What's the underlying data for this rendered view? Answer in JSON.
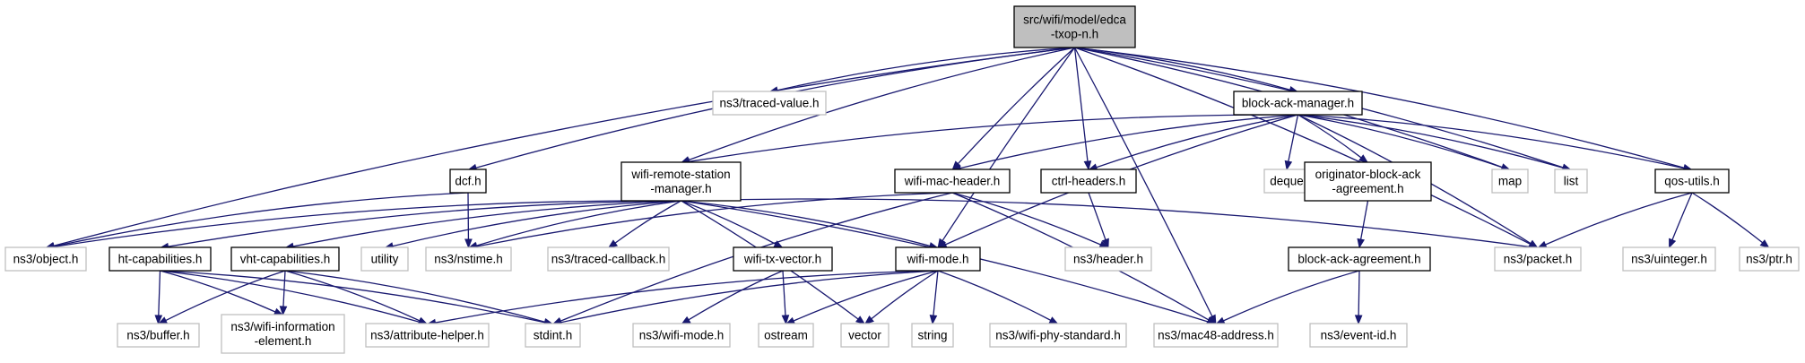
{
  "colors": {
    "edge": "#191970",
    "main_fill": "#bfbfbf",
    "documented_border": "#000000",
    "external_border": "#bfbfbf",
    "background": "#ffffff"
  },
  "nodes": [
    {
      "id": "edca",
      "lines": [
        "src/wifi/model/edca",
        "-txop-n.h"
      ],
      "kind": "main"
    },
    {
      "id": "traced-value",
      "lines": [
        "ns3/traced-value.h"
      ],
      "kind": "ext"
    },
    {
      "id": "block-ack-manager",
      "lines": [
        "block-ack-manager.h"
      ],
      "kind": "doc"
    },
    {
      "id": "dcf",
      "lines": [
        "dcf.h"
      ],
      "kind": "doc"
    },
    {
      "id": "wifi-remote-station-manager",
      "lines": [
        "wifi-remote-station",
        "-manager.h"
      ],
      "kind": "doc"
    },
    {
      "id": "wifi-mac-header",
      "lines": [
        "wifi-mac-header.h"
      ],
      "kind": "doc"
    },
    {
      "id": "ctrl-headers",
      "lines": [
        "ctrl-headers.h"
      ],
      "kind": "doc"
    },
    {
      "id": "deque",
      "lines": [
        "deque"
      ],
      "kind": "ext"
    },
    {
      "id": "originator-block-ack",
      "lines": [
        "originator-block-ack",
        "-agreement.h"
      ],
      "kind": "doc"
    },
    {
      "id": "map",
      "lines": [
        "map"
      ],
      "kind": "ext"
    },
    {
      "id": "list",
      "lines": [
        "list"
      ],
      "kind": "ext"
    },
    {
      "id": "qos-utils",
      "lines": [
        "qos-utils.h"
      ],
      "kind": "doc"
    },
    {
      "id": "object",
      "lines": [
        "ns3/object.h"
      ],
      "kind": "ext"
    },
    {
      "id": "ht-capabilities",
      "lines": [
        "ht-capabilities.h"
      ],
      "kind": "doc"
    },
    {
      "id": "vht-capabilities",
      "lines": [
        "vht-capabilities.h"
      ],
      "kind": "doc"
    },
    {
      "id": "utility",
      "lines": [
        "utility"
      ],
      "kind": "ext"
    },
    {
      "id": "nstime",
      "lines": [
        "ns3/nstime.h"
      ],
      "kind": "ext"
    },
    {
      "id": "traced-callback",
      "lines": [
        "ns3/traced-callback.h"
      ],
      "kind": "ext"
    },
    {
      "id": "wifi-tx-vector",
      "lines": [
        "wifi-tx-vector.h"
      ],
      "kind": "doc"
    },
    {
      "id": "wifi-mode",
      "lines": [
        "wifi-mode.h"
      ],
      "kind": "doc"
    },
    {
      "id": "header",
      "lines": [
        "ns3/header.h"
      ],
      "kind": "ext"
    },
    {
      "id": "block-ack-agreement",
      "lines": [
        "block-ack-agreement.h"
      ],
      "kind": "doc"
    },
    {
      "id": "packet",
      "lines": [
        "ns3/packet.h"
      ],
      "kind": "ext"
    },
    {
      "id": "uinteger",
      "lines": [
        "ns3/uinteger.h"
      ],
      "kind": "ext"
    },
    {
      "id": "ptr",
      "lines": [
        "ns3/ptr.h"
      ],
      "kind": "ext"
    },
    {
      "id": "buffer",
      "lines": [
        "ns3/buffer.h"
      ],
      "kind": "ext"
    },
    {
      "id": "wifi-information-element",
      "lines": [
        "ns3/wifi-information",
        "-element.h"
      ],
      "kind": "ext"
    },
    {
      "id": "attribute-helper",
      "lines": [
        "ns3/attribute-helper.h"
      ],
      "kind": "ext"
    },
    {
      "id": "stdint",
      "lines": [
        "stdint.h"
      ],
      "kind": "ext"
    },
    {
      "id": "ns3-wifi-mode",
      "lines": [
        "ns3/wifi-mode.h"
      ],
      "kind": "ext"
    },
    {
      "id": "ostream",
      "lines": [
        "ostream"
      ],
      "kind": "ext"
    },
    {
      "id": "vector",
      "lines": [
        "vector"
      ],
      "kind": "ext"
    },
    {
      "id": "string",
      "lines": [
        "string"
      ],
      "kind": "ext"
    },
    {
      "id": "wifi-phy-standard",
      "lines": [
        "ns3/wifi-phy-standard.h"
      ],
      "kind": "ext"
    },
    {
      "id": "mac48-address",
      "lines": [
        "ns3/mac48-address.h"
      ],
      "kind": "ext"
    },
    {
      "id": "event-id",
      "lines": [
        "ns3/event-id.h"
      ],
      "kind": "ext"
    }
  ],
  "edges": [
    [
      "edca",
      "traced-value"
    ],
    [
      "edca",
      "block-ack-manager"
    ],
    [
      "edca",
      "dcf"
    ],
    [
      "edca",
      "wifi-remote-station-manager"
    ],
    [
      "edca",
      "wifi-mac-header"
    ],
    [
      "edca",
      "ctrl-headers"
    ],
    [
      "edca",
      "map"
    ],
    [
      "edca",
      "list"
    ],
    [
      "edca",
      "qos-utils"
    ],
    [
      "edca",
      "object"
    ],
    [
      "edca",
      "wifi-mode"
    ],
    [
      "edca",
      "packet"
    ],
    [
      "edca",
      "mac48-address"
    ],
    [
      "block-ack-manager",
      "wifi-remote-station-manager"
    ],
    [
      "block-ack-manager",
      "wifi-mac-header"
    ],
    [
      "block-ack-manager",
      "ctrl-headers"
    ],
    [
      "block-ack-manager",
      "deque"
    ],
    [
      "block-ack-manager",
      "originator-block-ack"
    ],
    [
      "block-ack-manager",
      "map"
    ],
    [
      "block-ack-manager",
      "list"
    ],
    [
      "block-ack-manager",
      "qos-utils"
    ],
    [
      "block-ack-manager",
      "wifi-mode"
    ],
    [
      "block-ack-manager",
      "packet"
    ],
    [
      "dcf",
      "object"
    ],
    [
      "dcf",
      "nstime"
    ],
    [
      "wifi-remote-station-manager",
      "object"
    ],
    [
      "wifi-remote-station-manager",
      "ht-capabilities"
    ],
    [
      "wifi-remote-station-manager",
      "vht-capabilities"
    ],
    [
      "wifi-remote-station-manager",
      "utility"
    ],
    [
      "wifi-remote-station-manager",
      "nstime"
    ],
    [
      "wifi-remote-station-manager",
      "traced-callback"
    ],
    [
      "wifi-remote-station-manager",
      "wifi-tx-vector"
    ],
    [
      "wifi-remote-station-manager",
      "wifi-mode"
    ],
    [
      "wifi-remote-station-manager",
      "vector"
    ],
    [
      "wifi-remote-station-manager",
      "mac48-address"
    ],
    [
      "wifi-remote-station-manager",
      "packet"
    ],
    [
      "wifi-mac-header",
      "nstime"
    ],
    [
      "wifi-mac-header",
      "stdint"
    ],
    [
      "wifi-mac-header",
      "header"
    ],
    [
      "wifi-mac-header",
      "mac48-address"
    ],
    [
      "ctrl-headers",
      "header"
    ],
    [
      "originator-block-ack",
      "block-ack-agreement"
    ],
    [
      "block-ack-agreement",
      "mac48-address"
    ],
    [
      "block-ack-agreement",
      "event-id"
    ],
    [
      "qos-utils",
      "packet"
    ],
    [
      "qos-utils",
      "uinteger"
    ],
    [
      "qos-utils",
      "ptr"
    ],
    [
      "ht-capabilities",
      "buffer"
    ],
    [
      "ht-capabilities",
      "wifi-information-element"
    ],
    [
      "ht-capabilities",
      "attribute-helper"
    ],
    [
      "ht-capabilities",
      "stdint"
    ],
    [
      "vht-capabilities",
      "buffer"
    ],
    [
      "vht-capabilities",
      "wifi-information-element"
    ],
    [
      "vht-capabilities",
      "attribute-helper"
    ],
    [
      "vht-capabilities",
      "stdint"
    ],
    [
      "wifi-tx-vector",
      "ns3-wifi-mode"
    ],
    [
      "wifi-tx-vector",
      "ostream"
    ],
    [
      "wifi-mode",
      "attribute-helper"
    ],
    [
      "wifi-mode",
      "stdint"
    ],
    [
      "wifi-mode",
      "ostream"
    ],
    [
      "wifi-mode",
      "vector"
    ],
    [
      "wifi-mode",
      "string"
    ],
    [
      "wifi-mode",
      "wifi-phy-standard"
    ]
  ]
}
